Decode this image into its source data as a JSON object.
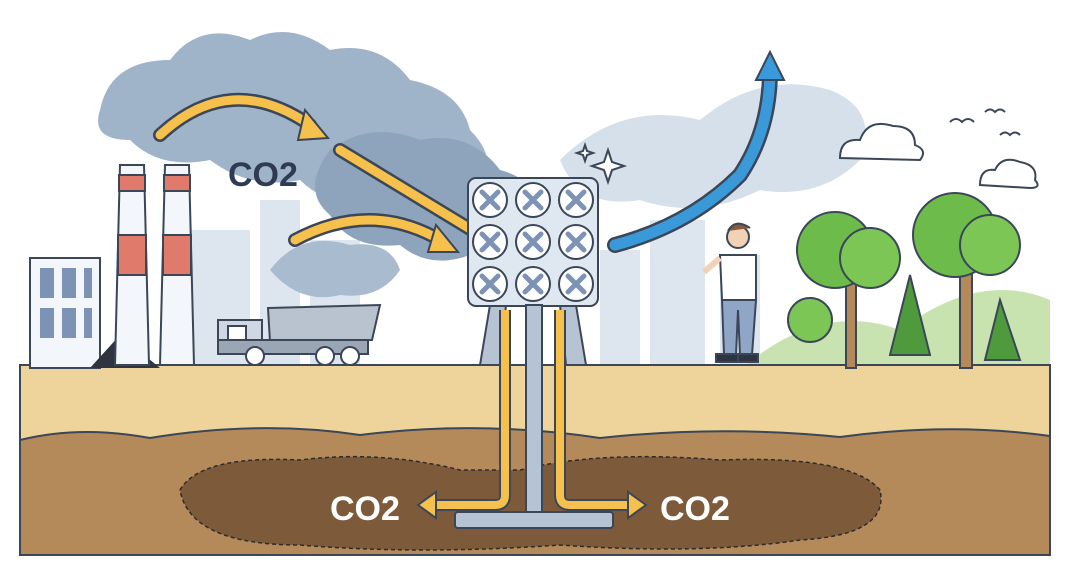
{
  "labels": {
    "co2_sky": "CO2",
    "co2_left": "CO2",
    "co2_right": "CO2"
  },
  "colors": {
    "smoke": "#8ea4bd",
    "smoke_light": "#c5d3e2",
    "arrow_yellow": "#f6c04d",
    "arrow_blue": "#3a9ad9",
    "soil_top": "#eed49a",
    "soil_mid": "#b48a5a",
    "soil_dark": "#7c5a3a",
    "tree_green": "#6dbb4a",
    "chimney_red": "#e07a6a",
    "outline": "#3b4658"
  },
  "icons": [
    "factory-icon",
    "chimney-icon",
    "dump-truck-icon",
    "smoke-cloud-icon",
    "capture-fan-array-icon",
    "injection-pipe-icon",
    "person-icon",
    "tree-icon",
    "cloud-icon",
    "bird-icon",
    "sparkle-icon"
  ]
}
